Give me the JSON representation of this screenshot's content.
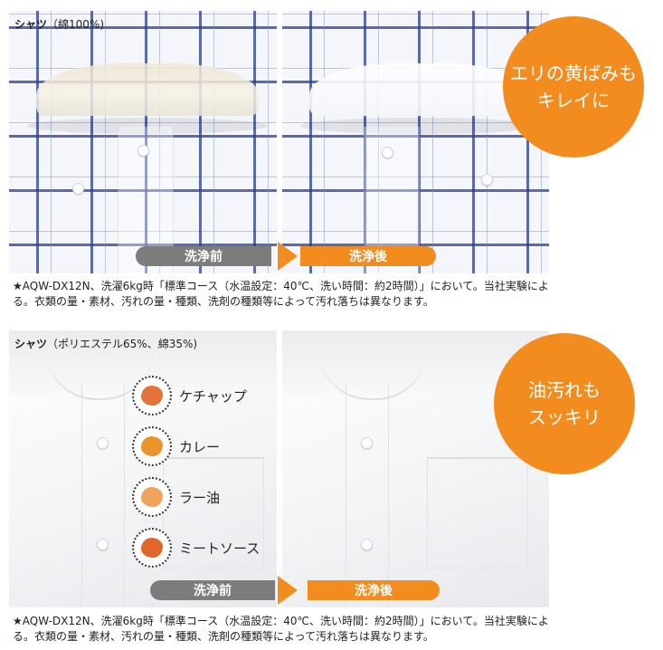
{
  "colors": {
    "accent": "#f28c1e",
    "before_bar": "#7c7c7c"
  },
  "section1": {
    "title_main": "シャツ",
    "title_sub": "（綿100%)",
    "before_label": "洗浄前",
    "after_label": "洗浄後",
    "callout": "エリの黄ばみも\nキレイに",
    "note": "★AQW-DX12N、洗濯6kg時「標準コース（水温設定：40℃、洗い時間：約2時間）」において。当社実験による。衣類の量・素材、汚れの量・種類、洗剤の種類等によって汚れ落ちは異なります。"
  },
  "section2": {
    "title_main": "シャツ",
    "title_sub": "（ポリエステル65%、綿35%)",
    "before_label": "洗浄前",
    "after_label": "洗浄後",
    "callout": "油汚れも\nスッキリ",
    "stains": [
      {
        "label": "ケチャップ",
        "color": "#e2733a"
      },
      {
        "label": "カレー",
        "color": "#e8932c"
      },
      {
        "label": "ラー油",
        "color": "#f0a35a"
      },
      {
        "label": "ミートソース",
        "color": "#e0662a"
      }
    ],
    "note": "★AQW-DX12N、洗濯6kg時「標準コース（水温設定：40℃、洗い時間：約2時間）」において。当社実験による。衣類の量・素材、汚れの量・種類、洗剤の種類等によって汚れ落ちは異なります。"
  }
}
